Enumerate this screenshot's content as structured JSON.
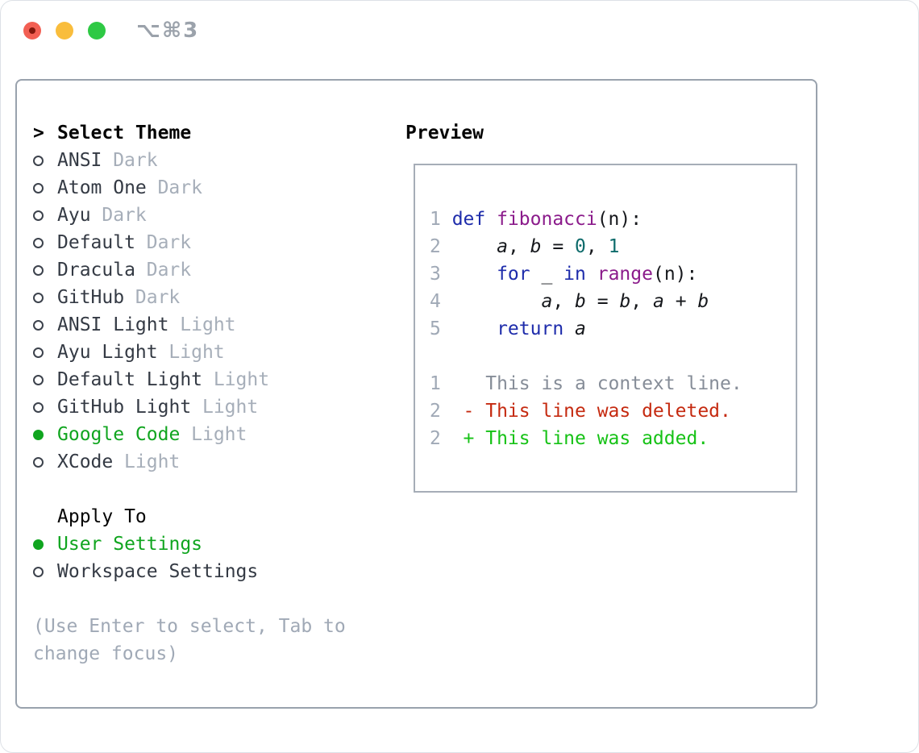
{
  "colors": {
    "accent_green": "#10a51f",
    "diff_added": "#16c216",
    "diff_deleted": "#c52a10",
    "diff_context": "#868d98",
    "keyword": "#1e2cab",
    "function_name": "#8b1b8b",
    "literal": "#0e6b6b",
    "code_plain": "#16181c",
    "line_number": "#a0a9b6",
    "ink": "#343a44",
    "tag": "#a6aeb9",
    "muted": "#a0a9b6",
    "panel_border": "#99a2ad"
  },
  "titlebar": {
    "shortcut": "⌥⌘3",
    "traffic_lights": [
      "close",
      "minimize",
      "zoom"
    ]
  },
  "theme_panel": {
    "title": "Select Theme",
    "title_marker": ">",
    "themes": [
      {
        "name": "ANSI",
        "tag": "Dark",
        "selected": false
      },
      {
        "name": "Atom One",
        "tag": "Dark",
        "selected": false
      },
      {
        "name": "Ayu",
        "tag": "Dark",
        "selected": false
      },
      {
        "name": "Default",
        "tag": "Dark",
        "selected": false
      },
      {
        "name": "Dracula",
        "tag": "Dark",
        "selected": false
      },
      {
        "name": "GitHub",
        "tag": "Dark",
        "selected": false
      },
      {
        "name": "ANSI Light",
        "tag": "Light",
        "selected": false
      },
      {
        "name": "Ayu Light",
        "tag": "Light",
        "selected": false
      },
      {
        "name": "Default Light",
        "tag": "Light",
        "selected": false
      },
      {
        "name": "GitHub Light",
        "tag": "Light",
        "selected": false
      },
      {
        "name": "Google Code",
        "tag": "Light",
        "selected": true
      },
      {
        "name": "XCode",
        "tag": "Light",
        "selected": false
      }
    ],
    "apply_to": {
      "title": "Apply To",
      "options": [
        {
          "label": "User Settings",
          "selected": true
        },
        {
          "label": "Workspace Settings",
          "selected": false
        }
      ]
    },
    "help_lines": [
      "(Use Enter to select, Tab to",
      "change focus)"
    ]
  },
  "preview": {
    "title": "Preview",
    "code_lines": [
      {
        "num": "1",
        "tokens": [
          {
            "t": "def ",
            "c": "kw"
          },
          {
            "t": "fibonacci",
            "c": "fn"
          },
          {
            "t": "(n):",
            "c": "pl"
          }
        ]
      },
      {
        "num": "2",
        "tokens": [
          {
            "t": "    ",
            "c": "pl"
          },
          {
            "t": "a",
            "c": "var"
          },
          {
            "t": ", ",
            "c": "pl"
          },
          {
            "t": "b",
            "c": "var"
          },
          {
            "t": " = ",
            "c": "pl"
          },
          {
            "t": "0",
            "c": "lit"
          },
          {
            "t": ", ",
            "c": "pl"
          },
          {
            "t": "1",
            "c": "lit"
          }
        ]
      },
      {
        "num": "3",
        "tokens": [
          {
            "t": "    ",
            "c": "pl"
          },
          {
            "t": "for",
            "c": "kw"
          },
          {
            "t": " _ ",
            "c": "pl"
          },
          {
            "t": "in",
            "c": "kw"
          },
          {
            "t": " ",
            "c": "pl"
          },
          {
            "t": "range",
            "c": "fn"
          },
          {
            "t": "(n):",
            "c": "pl"
          }
        ]
      },
      {
        "num": "4",
        "tokens": [
          {
            "t": "        ",
            "c": "pl"
          },
          {
            "t": "a",
            "c": "var"
          },
          {
            "t": ", ",
            "c": "pl"
          },
          {
            "t": "b",
            "c": "var"
          },
          {
            "t": " = ",
            "c": "pl"
          },
          {
            "t": "b",
            "c": "var"
          },
          {
            "t": ", ",
            "c": "pl"
          },
          {
            "t": "a",
            "c": "var"
          },
          {
            "t": " + ",
            "c": "pl"
          },
          {
            "t": "b",
            "c": "var"
          }
        ]
      },
      {
        "num": "5",
        "tokens": [
          {
            "t": "    ",
            "c": "pl"
          },
          {
            "t": "return",
            "c": "kw"
          },
          {
            "t": " ",
            "c": "pl"
          },
          {
            "t": "a",
            "c": "var"
          }
        ]
      }
    ],
    "diff_lines": [
      {
        "num": "1",
        "kind": "ctx",
        "text": "   This is a context line."
      },
      {
        "num": "2",
        "kind": "del",
        "text": " - This line was deleted."
      },
      {
        "num": "2",
        "kind": "add",
        "text": " + This line was added."
      }
    ]
  }
}
